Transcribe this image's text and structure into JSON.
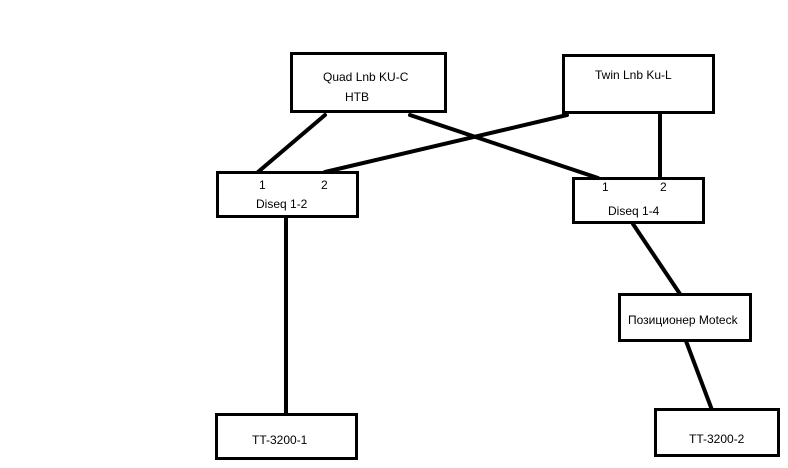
{
  "diagram": {
    "nodes": {
      "quad_lnb": {
        "line1": "Quad Lnb KU-C",
        "line2": "HTB"
      },
      "twin_lnb": {
        "label": "Twin Lnb Ku-L"
      },
      "diseq12": {
        "label": "Diseq 1-2",
        "port1": "1",
        "port2": "2"
      },
      "diseq14": {
        "label": "Diseq 1-4",
        "port1": "1",
        "port2": "2"
      },
      "positioner": {
        "label": "Позиционер Moteck"
      },
      "tt1": {
        "label": "TT-3200-1"
      },
      "tt2": {
        "label": "TT-3200-2"
      }
    },
    "colors": {
      "line": "#000000",
      "background": "#ffffff"
    }
  }
}
